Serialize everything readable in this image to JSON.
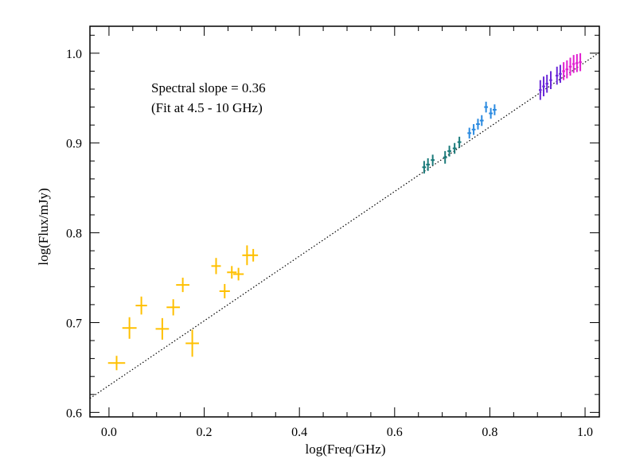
{
  "chart_data": {
    "type": "scatter",
    "xlabel": "log(Freq/GHz)",
    "ylabel": "log(Flux/mJy)",
    "xlim": [
      -0.04,
      1.03
    ],
    "ylim": [
      0.595,
      1.03
    ],
    "xticks": [
      0.0,
      0.2,
      0.4,
      0.6,
      0.8,
      1.0
    ],
    "xtick_labels": [
      "0.0",
      "0.2",
      "0.4",
      "0.6",
      "0.8",
      "1.0"
    ],
    "yticks": [
      0.6,
      0.7,
      0.8,
      0.9,
      1.0
    ],
    "ytick_labels": [
      "0.6",
      "0.7",
      "0.8",
      "0.9",
      "1.0"
    ],
    "grid": false,
    "annotations": [
      "Spectral slope = 0.36",
      "(Fit at 4.5 - 10 GHz)"
    ],
    "fit_line": {
      "style": "dotted",
      "slope": 0.36,
      "intercept": 0.63,
      "x_range": [
        -0.04,
        1.03
      ],
      "color": "#000000"
    },
    "series": [
      {
        "color": "#ffc000",
        "points": [
          {
            "x": 0.016,
            "y": 0.655,
            "xerr": 0.018,
            "yerr": 0.008
          },
          {
            "x": 0.043,
            "y": 0.694,
            "xerr": 0.015,
            "yerr": 0.012
          },
          {
            "x": 0.068,
            "y": 0.719,
            "xerr": 0.012,
            "yerr": 0.01
          },
          {
            "x": 0.112,
            "y": 0.693,
            "xerr": 0.014,
            "yerr": 0.012
          },
          {
            "x": 0.135,
            "y": 0.717,
            "xerr": 0.014,
            "yerr": 0.009
          },
          {
            "x": 0.155,
            "y": 0.742,
            "xerr": 0.014,
            "yerr": 0.008
          },
          {
            "x": 0.175,
            "y": 0.677,
            "xerr": 0.014,
            "yerr": 0.015
          },
          {
            "x": 0.225,
            "y": 0.763,
            "xerr": 0.01,
            "yerr": 0.009
          },
          {
            "x": 0.243,
            "y": 0.735,
            "xerr": 0.011,
            "yerr": 0.008
          },
          {
            "x": 0.258,
            "y": 0.756,
            "xerr": 0.01,
            "yerr": 0.007
          },
          {
            "x": 0.272,
            "y": 0.754,
            "xerr": 0.011,
            "yerr": 0.007
          },
          {
            "x": 0.29,
            "y": 0.775,
            "xerr": 0.01,
            "yerr": 0.011
          },
          {
            "x": 0.303,
            "y": 0.775,
            "xerr": 0.01,
            "yerr": 0.007
          }
        ]
      },
      {
        "color": "#1a7a7a",
        "points": [
          {
            "x": 0.662,
            "y": 0.873,
            "xerr": 0.004,
            "yerr": 0.007
          },
          {
            "x": 0.67,
            "y": 0.876,
            "xerr": 0.004,
            "yerr": 0.007
          },
          {
            "x": 0.68,
            "y": 0.881,
            "xerr": 0.004,
            "yerr": 0.006
          },
          {
            "x": 0.706,
            "y": 0.884,
            "xerr": 0.004,
            "yerr": 0.007
          },
          {
            "x": 0.715,
            "y": 0.891,
            "xerr": 0.004,
            "yerr": 0.006
          },
          {
            "x": 0.726,
            "y": 0.894,
            "xerr": 0.004,
            "yerr": 0.006
          },
          {
            "x": 0.736,
            "y": 0.901,
            "xerr": 0.004,
            "yerr": 0.006
          }
        ]
      },
      {
        "color": "#2a8ae0",
        "points": [
          {
            "x": 0.757,
            "y": 0.911,
            "xerr": 0.004,
            "yerr": 0.006
          },
          {
            "x": 0.766,
            "y": 0.915,
            "xerr": 0.004,
            "yerr": 0.006
          },
          {
            "x": 0.775,
            "y": 0.921,
            "xerr": 0.004,
            "yerr": 0.006
          },
          {
            "x": 0.783,
            "y": 0.925,
            "xerr": 0.004,
            "yerr": 0.006
          },
          {
            "x": 0.792,
            "y": 0.94,
            "xerr": 0.004,
            "yerr": 0.006
          },
          {
            "x": 0.802,
            "y": 0.933,
            "xerr": 0.004,
            "yerr": 0.006
          },
          {
            "x": 0.81,
            "y": 0.937,
            "xerr": 0.004,
            "yerr": 0.006
          }
        ]
      },
      {
        "color": "#6a28d8",
        "points": [
          {
            "x": 0.906,
            "y": 0.959,
            "xerr": 0.003,
            "yerr": 0.011
          },
          {
            "x": 0.913,
            "y": 0.963,
            "xerr": 0.003,
            "yerr": 0.011
          },
          {
            "x": 0.92,
            "y": 0.966,
            "xerr": 0.003,
            "yerr": 0.01
          },
          {
            "x": 0.928,
            "y": 0.97,
            "xerr": 0.003,
            "yerr": 0.01
          },
          {
            "x": 0.941,
            "y": 0.975,
            "xerr": 0.003,
            "yerr": 0.01
          },
          {
            "x": 0.948,
            "y": 0.977,
            "xerr": 0.003,
            "yerr": 0.01
          }
        ]
      },
      {
        "color": "#e020d0",
        "points": [
          {
            "x": 0.955,
            "y": 0.98,
            "xerr": 0.003,
            "yerr": 0.01
          },
          {
            "x": 0.962,
            "y": 0.982,
            "xerr": 0.003,
            "yerr": 0.01
          },
          {
            "x": 0.969,
            "y": 0.985,
            "xerr": 0.003,
            "yerr": 0.01
          },
          {
            "x": 0.976,
            "y": 0.988,
            "xerr": 0.003,
            "yerr": 0.01
          },
          {
            "x": 0.983,
            "y": 0.989,
            "xerr": 0.003,
            "yerr": 0.01
          },
          {
            "x": 0.99,
            "y": 0.99,
            "xerr": 0.003,
            "yerr": 0.01
          }
        ]
      }
    ]
  }
}
